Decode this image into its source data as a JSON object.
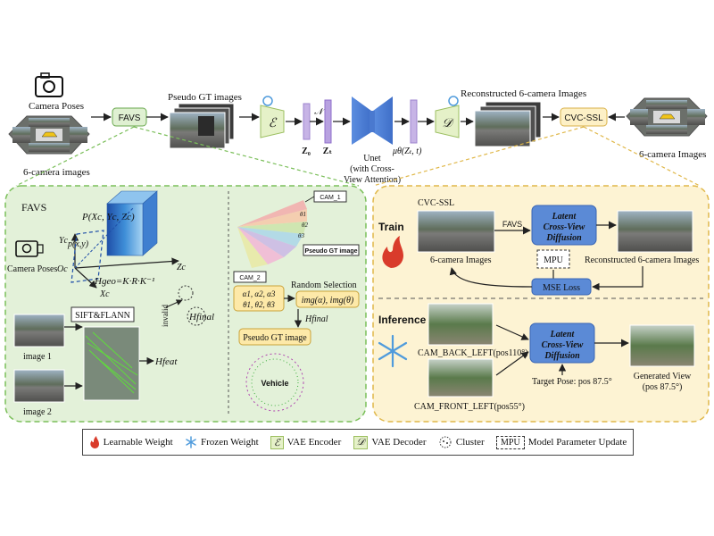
{
  "top": {
    "camera_poses": "Camera Poses",
    "six_camera_images": "6-camera images",
    "favs": "FAVS",
    "pseudo_gt_images": "Pseudo GT images",
    "encoder_symbol": "ℰ",
    "noise_symbol": "𝒩",
    "z0": "Z₀",
    "zt": "Zₜ",
    "unet_line1": "Unet",
    "unet_line2": "(with Cross-",
    "unet_line3": "View Attention)",
    "mu_theta": "μθ(Zₜ, t)",
    "decoder_symbol": "𝒟",
    "reconstructed": "Reconstructed 6-camera Images",
    "cvc_ssl": "CVC-SSL",
    "six_camera_images_right": "6-camera Images"
  },
  "favs_panel": {
    "title": "FAVS",
    "camera_poses": "Camera Poses",
    "p_xyz": "P(Xc, Yc, Zc)",
    "p_uv": "p(x,y)",
    "yc": "Yc",
    "oc": "Oc",
    "xc": "Xc",
    "zc": "Zc",
    "h_geo": "Hgeo=K·R·K⁻¹",
    "invalid": "invalid",
    "h_final": "Hfinal",
    "sift_flann": "SIFT&FLANN",
    "image1": "image 1",
    "image2": "image 2",
    "h_feat": "Hfeat",
    "cam1": "CAM_1",
    "cam2": "CAM_2",
    "theta1": "θ1",
    "theta2": "θ2",
    "theta3": "θ3",
    "pseudo_gt_image_label": "Pseudo GT image",
    "alpha_line": "α1, α2, α3",
    "theta_line": "θ1, θ2, θ3",
    "random_selection": "Random Selection",
    "img_expr": "img(α), img(θ)",
    "h_final2": "Hfinal",
    "pseudo_gt_image_box": "Pseudo GT image",
    "vehicle": "Vehicle"
  },
  "train_panel": {
    "train": "Train",
    "cvc_ssl": "CVC-SSL",
    "favs": "FAVS",
    "latent_line1": "Latent",
    "latent_line2": "Cross-View",
    "latent_line3": "Diffusion",
    "mpu": "MPU",
    "six_camera_images": "6-camera Images",
    "reconstructed": "Reconstructed 6-camera Images",
    "mse_loss": "MSE Loss"
  },
  "inference_panel": {
    "inference": "Inference",
    "cam_back_left": "CAM_BACK_LEFT(pos110°)",
    "cam_front_left": "CAM_FRONT_LEFT(pos55°)",
    "latent_line1": "Latent",
    "latent_line2": "Cross-View",
    "latent_line3": "Diffusion",
    "target_pose": "Target Pose: pos 87.5°",
    "generated_line1": "Generated View",
    "generated_line2": "(pos 87.5°)"
  },
  "legend": {
    "learnable": "Learnable Weight",
    "frozen": "Frozen Weight",
    "vae_encoder_symbol": "ℰ",
    "vae_encoder": "VAE Encoder",
    "vae_decoder_symbol": "𝒟",
    "vae_decoder": "VAE Decoder",
    "cluster": "Cluster",
    "mpu": "MPU",
    "mpu_label": "Model Parameter Update"
  },
  "colors": {
    "green_panel": "#e3f1d9",
    "yellow_panel": "#fdf3d3",
    "blue_box": "#5b8ad6",
    "arrow": "#222222",
    "flame": "#d93b2b",
    "snowflake": "#4f9bdc"
  }
}
